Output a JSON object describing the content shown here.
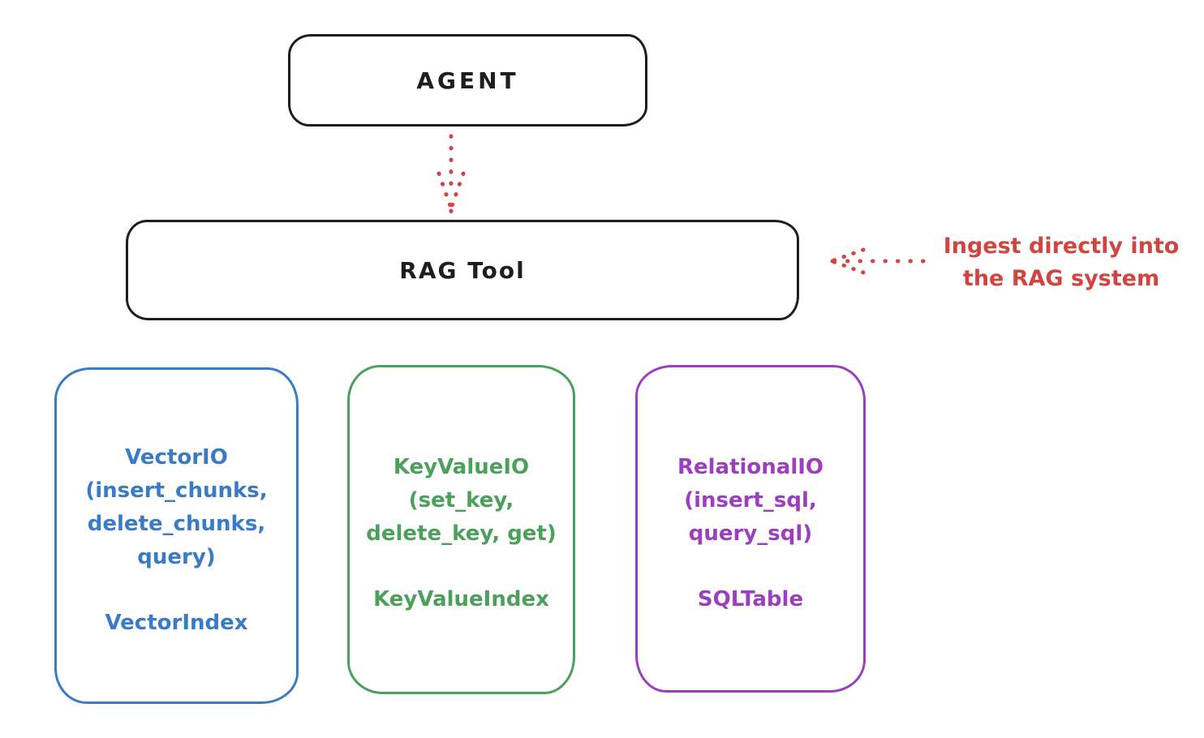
{
  "diagram": {
    "agent": {
      "label": "AGENT"
    },
    "rag_tool": {
      "label": "RAG Tool"
    },
    "annotation": {
      "line1": "Ingest directly into",
      "line2": "the RAG system"
    },
    "backends": [
      {
        "name": "vector-io",
        "lines": [
          "VectorIO",
          "(insert_chunks,",
          "delete_chunks,",
          "query)"
        ],
        "index": "VectorIndex",
        "color": "#3a7bc8"
      },
      {
        "name": "keyvalue-io",
        "lines": [
          "KeyValueIO",
          "(set_key,",
          "delete_key, get)"
        ],
        "index": "KeyValueIndex",
        "color": "#4ba05a"
      },
      {
        "name": "relational-io",
        "lines": [
          "RelationalIO",
          "(insert_sql,",
          "query_sql)"
        ],
        "index": "SQLTable",
        "color": "#9b3fc0"
      }
    ],
    "colors": {
      "stroke": "#1e1e1e",
      "accent_red": "#d14540",
      "background": "#ffffff"
    }
  }
}
